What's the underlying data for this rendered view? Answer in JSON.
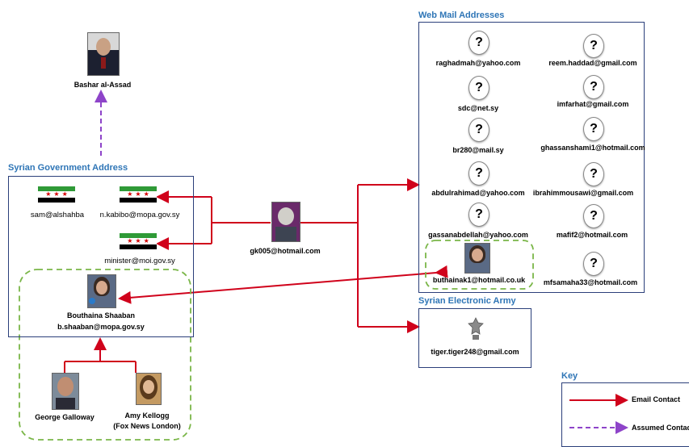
{
  "top_person": {
    "name": "Bashar al-Assad"
  },
  "gov": {
    "title": "Syrian Government Address",
    "sam": "sam@alshahba",
    "kabibo": "n.kabibo@mopa.gov.sy",
    "minister": "minister@moi.gov.sy",
    "shaaban_name": "Bouthaina Shaaban",
    "shaaban_email": "b.shaaban@mopa.gov.sy"
  },
  "galloway": "George Galloway",
  "kellogg": {
    "line1": "Amy Kellogg",
    "line2": "(Fox News London)"
  },
  "hub": {
    "email": "gk005@hotmail.com"
  },
  "webmail": {
    "title": "Web Mail Addresses",
    "left": [
      "raghadmah@yahoo.com",
      "sdc@net.sy",
      "br280@mail.sy",
      "abdulrahimad@yahoo.com",
      "gassanabdellah@yahoo.com"
    ],
    "right": [
      "reem.haddad@gmail.com",
      "imfarhat@gmail.com",
      "ghassanshami1@hotmail.com",
      "ibrahimmousawi@gmail.com",
      "mafif2@hotmail.com",
      "mfsamaha33@hotmail.com"
    ],
    "buthaina": "buthainak1@hotmail.co.uk",
    "unknown_symbol": "?"
  },
  "sea": {
    "title": "Syrian Electronic Army",
    "email": "tiger.tiger248@gmail.com"
  },
  "key": {
    "title": "Key",
    "email_contact": "Email Contact",
    "assumed_contact": "Assumed Contact"
  },
  "colors": {
    "email_line": "#d0021b",
    "assumed_line": "#8e44c9",
    "group_dash": "#7ab648",
    "title_blue": "#2e75b6",
    "box_border": "#2b3f7a"
  }
}
